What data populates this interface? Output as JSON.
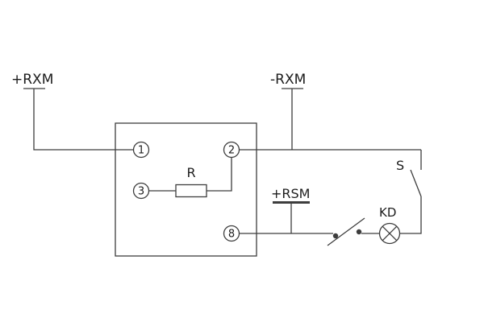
{
  "diagram": {
    "labels": {
      "plus_rxm": "+RXM",
      "minus_rxm": "-RXM",
      "plus_rsm": "+RSM",
      "resistor": "R",
      "switch": "S",
      "lamp": "KD"
    },
    "terminals": {
      "t1": "1",
      "t2": "2",
      "t3": "3",
      "t8": "8"
    },
    "colors": {
      "line": "#3d3d3d",
      "text": "#1c1c1c",
      "background": "#ffffff"
    }
  }
}
